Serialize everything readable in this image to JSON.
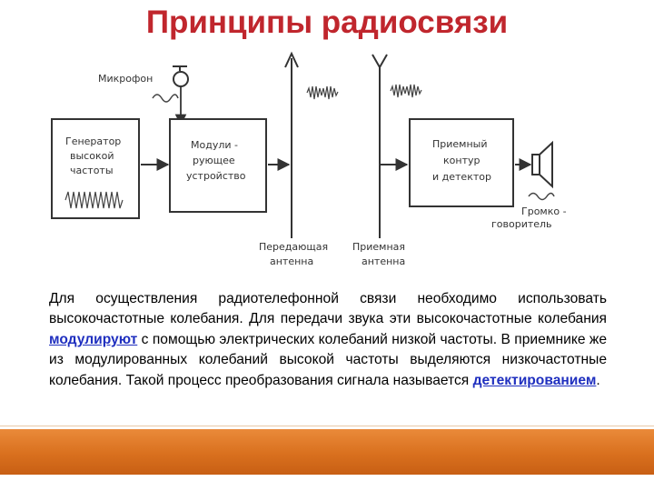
{
  "slide": {
    "title": "Принципы радиосвязи",
    "colors": {
      "title": "#c0262d",
      "term": "#1f2fbf",
      "footer": "#d9701e"
    }
  },
  "diagram": {
    "microphone": "Микрофон",
    "generator": [
      "Генератор",
      "высокой",
      "частоты"
    ],
    "modulator": [
      "Модули -",
      "рующее",
      "устройство"
    ],
    "receiver": [
      "Приемный",
      "контур",
      "и детектор"
    ],
    "speaker": [
      "Громко -",
      "говоритель"
    ],
    "tx_antenna": [
      "Передающая",
      "антенна"
    ],
    "rx_antenna": [
      "Приемная",
      "антенна"
    ]
  },
  "text": {
    "p1": "Для осуществления радиотелефонной связи необходимо использовать высокочастотные колебания. Для передачи звука эти высокочастотные колебания ",
    "term1": "модулируют",
    "p2": " с помощью электрических колебаний низкой частоты. В приемнике же из модулированных колебаний высокой частоты выделяются низкочастотные колебания. Такой процесс преобразования сигнала называется ",
    "term2": "детектированием",
    "p3": "."
  }
}
